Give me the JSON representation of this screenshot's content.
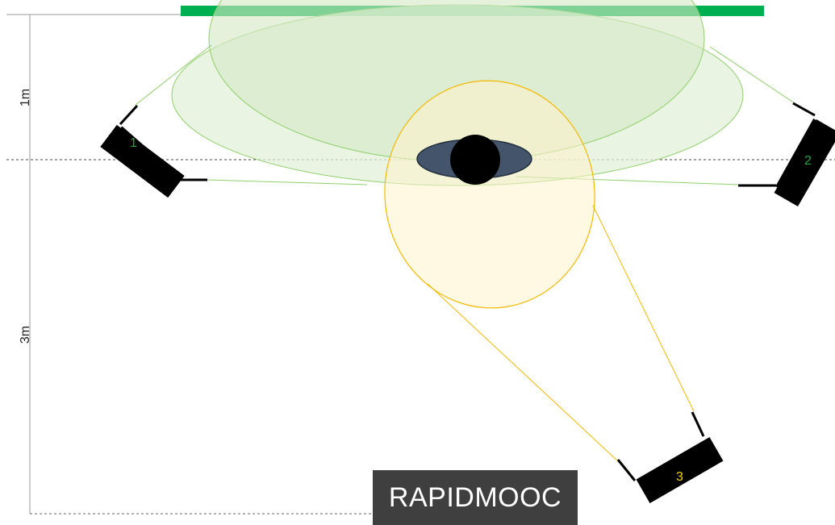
{
  "dimensions": {
    "top_label": "1m",
    "bottom_label": "3m"
  },
  "lights": [
    {
      "id": "light-1",
      "number": "1",
      "number_color": "#22a63a"
    },
    {
      "id": "light-2",
      "number": "2",
      "number_color": "#22a63a"
    },
    {
      "id": "light-3",
      "number": "3",
      "number_color": "#f2d600"
    }
  ],
  "brand": {
    "text": "RAPIDMOOC"
  },
  "colors": {
    "backdrop": "#00b050",
    "key_fill_light": "#e2f0d9",
    "key_fill_mid": "#d5e8c4",
    "key_stroke": "#8fcf6a",
    "fill_light_fill": "#fff2cc",
    "fill_light_stroke": "#f5b800",
    "subject_shoulders": "#44546a",
    "subject_head": "#000000",
    "brand_bg": "#3f3f3f",
    "brand_text": "#ffffff"
  }
}
